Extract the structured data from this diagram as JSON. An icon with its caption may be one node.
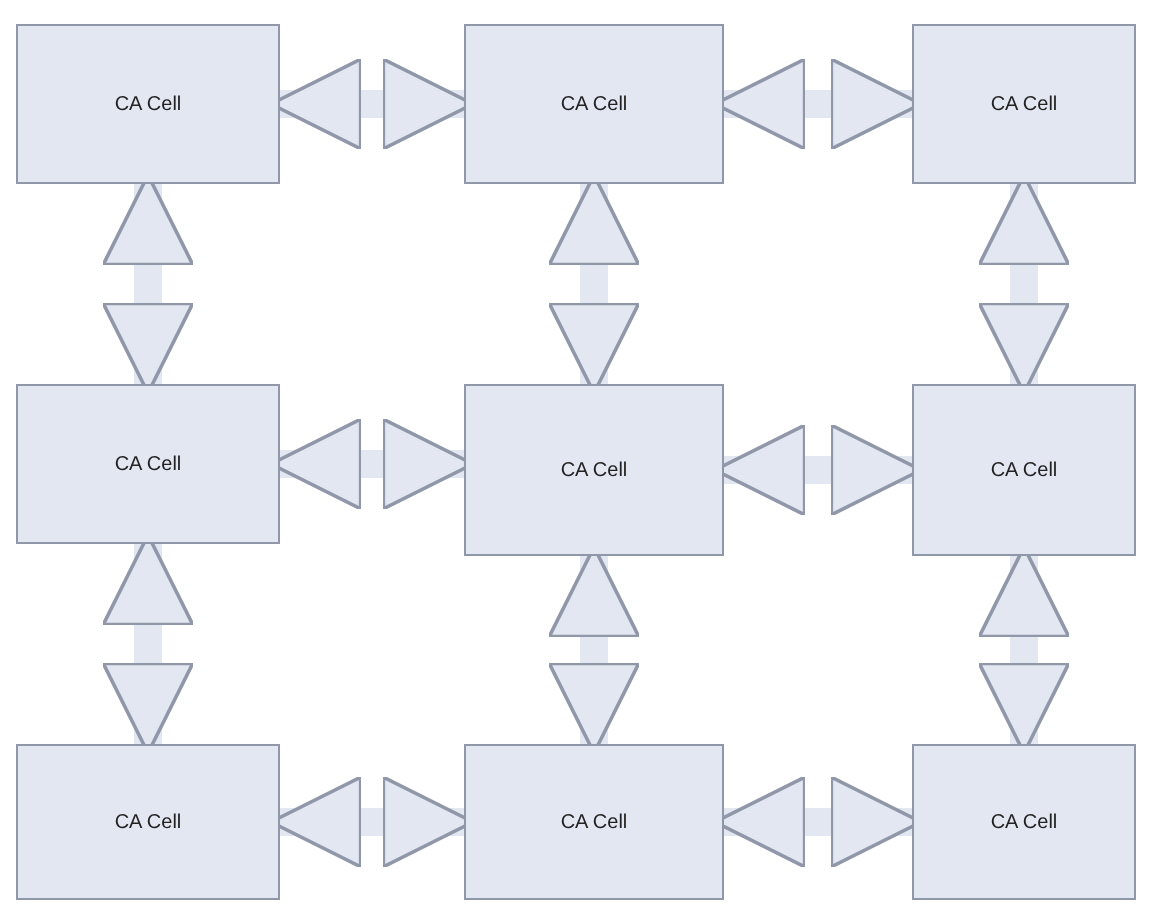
{
  "diagram": {
    "nodes": [
      {
        "text": [
          "CA Cell"
        ]
      },
      {
        "text": [
          "CA Cell"
        ]
      },
      {
        "text": [
          "CA Cell"
        ]
      },
      {
        "text": [
          "CA Cell"
        ]
      },
      {
        "text": [
          "CA Cell"
        ]
      },
      {
        "text": [
          "CA Cell"
        ]
      },
      {
        "text": [
          "CA Cell"
        ]
      },
      {
        "text": [
          "CA Cell"
        ]
      },
      {
        "text": [
          "CA Cell"
        ]
      }
    ],
    "edges": [
      {
        "from": 0,
        "to": 1,
        "arrow": "both"
      },
      {
        "from": 1,
        "to": 2,
        "arrow": "both"
      },
      {
        "from": 0,
        "to": 3,
        "arrow": "both"
      },
      {
        "from": 1,
        "to": 4,
        "arrow": "both"
      },
      {
        "from": 2,
        "to": 5,
        "arrow": "both"
      },
      {
        "from": 3,
        "to": 4,
        "arrow": "both"
      },
      {
        "from": 4,
        "to": 5,
        "arrow": "both"
      },
      {
        "from": 3,
        "to": 6,
        "arrow": "both"
      },
      {
        "from": 4,
        "to": 7,
        "arrow": "both"
      },
      {
        "from": 5,
        "to": 8,
        "arrow": "both"
      },
      {
        "from": 6,
        "to": 7,
        "arrow": "both"
      },
      {
        "from": 7,
        "to": 8,
        "arrow": "both"
      }
    ]
  }
}
